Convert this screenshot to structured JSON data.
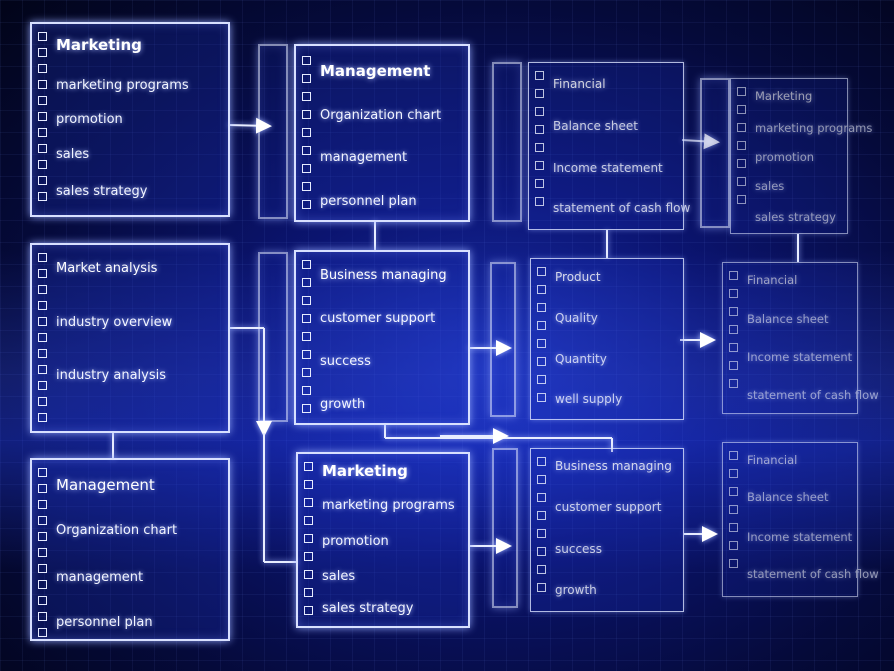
{
  "panels": {
    "marketing_top": {
      "title": "Marketing",
      "items": [
        "marketing programs",
        "promotion",
        "sales",
        "sales strategy"
      ]
    },
    "management_top": {
      "title": "Management",
      "items": [
        "Organization chart",
        "management",
        "personnel plan"
      ]
    },
    "financial_top": {
      "title": "Financial",
      "items": [
        "Balance sheet",
        "Income statement",
        "statement of cash flow"
      ]
    },
    "marketing_far": {
      "title": "Marketing",
      "items": [
        "marketing programs",
        "promotion",
        "sales",
        "sales strategy"
      ]
    },
    "market_analysis": {
      "title": "Market analysis",
      "items": [
        "industry overview",
        "industry analysis"
      ]
    },
    "business_mid": {
      "title": "Business managing",
      "items": [
        "customer support",
        "success",
        "growth"
      ]
    },
    "product_mid": {
      "title": "Product",
      "items": [
        "Quality",
        "Quantity",
        "well supply"
      ]
    },
    "financial_mid": {
      "title": "Financial",
      "items": [
        "Balance sheet",
        "Income statement",
        "statement of cash flow"
      ]
    },
    "management_bottom": {
      "title": "Management",
      "items": [
        "Organization chart",
        "management",
        "personnel plan"
      ]
    },
    "marketing_bottom": {
      "title": "Marketing",
      "items": [
        "marketing programs",
        "promotion",
        "sales",
        "sales strategy"
      ]
    },
    "business_bottom": {
      "title": "Business managing",
      "items": [
        "customer support",
        "success",
        "growth"
      ]
    },
    "financial_bottom": {
      "title": "Financial",
      "items": [
        "Balance sheet",
        "Income statement",
        "statement of cash flow"
      ]
    }
  },
  "colors": {
    "background": "#0b1470",
    "line": "#d8e0ff",
    "text": "#f2f5ff"
  }
}
